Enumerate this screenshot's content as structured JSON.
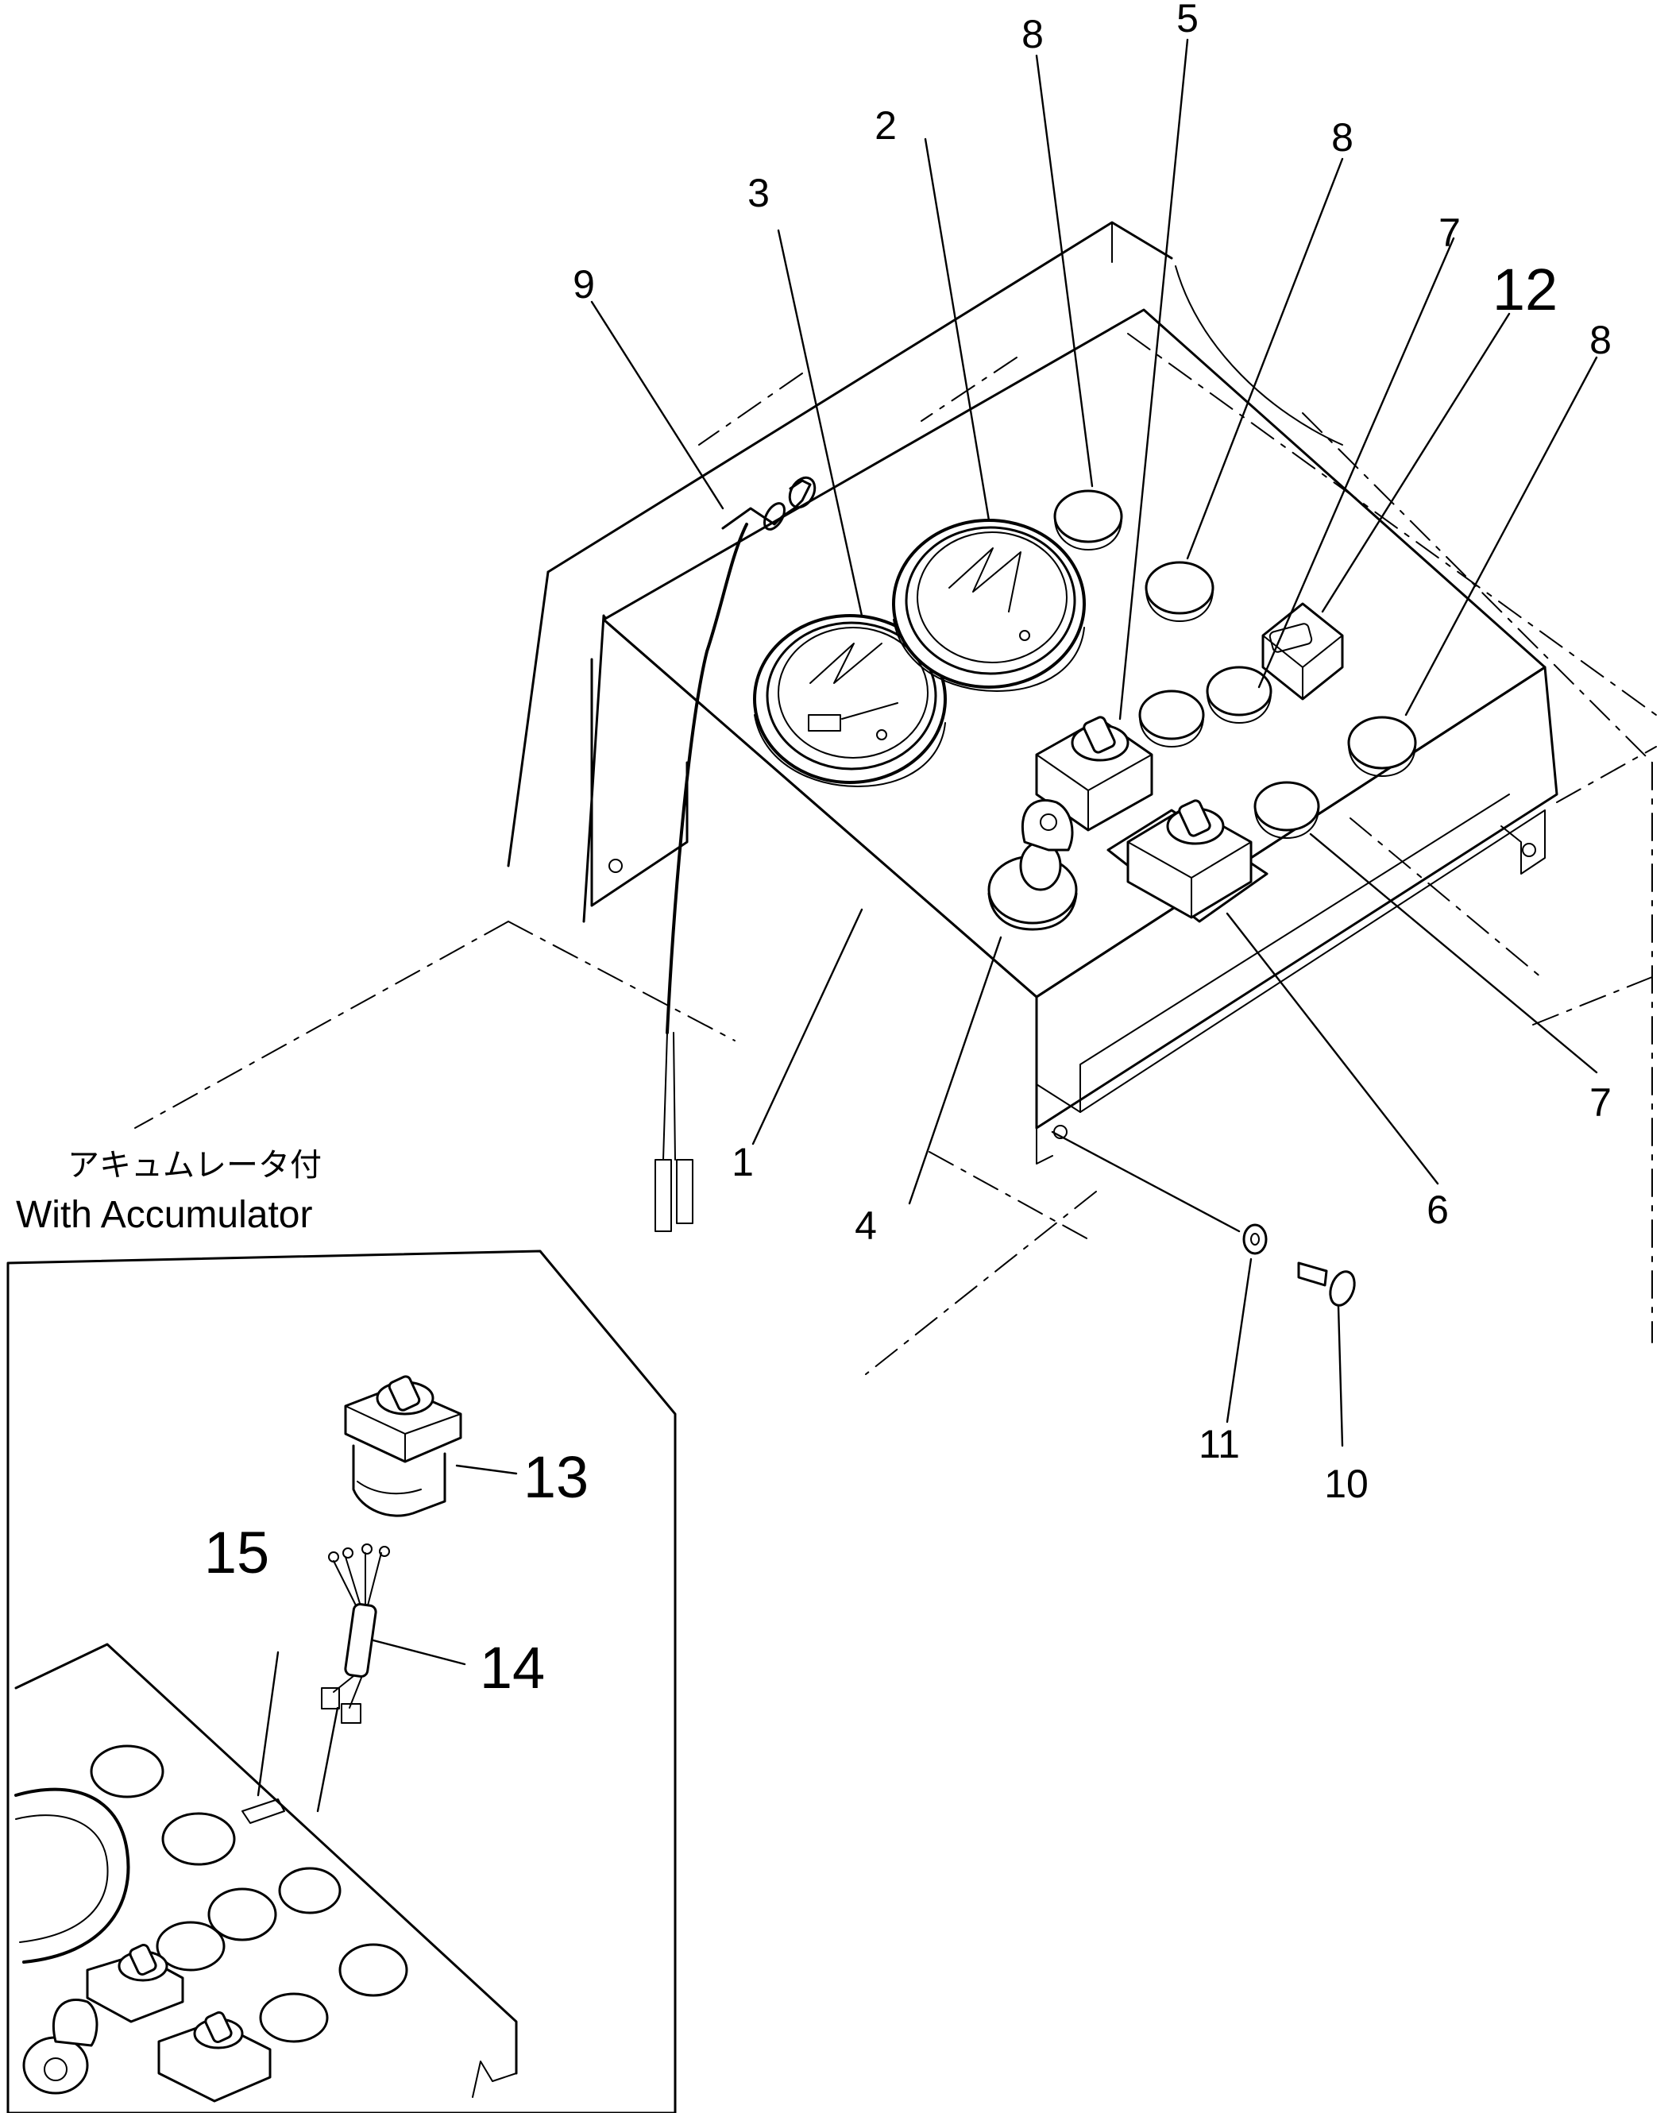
{
  "diagram": {
    "callouts": [
      {
        "id": "1",
        "label": "1"
      },
      {
        "id": "2",
        "label": "2"
      },
      {
        "id": "3",
        "label": "3"
      },
      {
        "id": "4",
        "label": "4"
      },
      {
        "id": "5",
        "label": "5"
      },
      {
        "id": "6",
        "label": "6"
      },
      {
        "id": "7a",
        "label": "7"
      },
      {
        "id": "7b",
        "label": "7"
      },
      {
        "id": "8a",
        "label": "8"
      },
      {
        "id": "8b",
        "label": "8"
      },
      {
        "id": "8c",
        "label": "8"
      },
      {
        "id": "9",
        "label": "9"
      },
      {
        "id": "10",
        "label": "10"
      },
      {
        "id": "11",
        "label": "11"
      },
      {
        "id": "12",
        "label": "12"
      },
      {
        "id": "13",
        "label": "13"
      },
      {
        "id": "14",
        "label": "14"
      },
      {
        "id": "15",
        "label": "15"
      }
    ],
    "inset": {
      "title_jp": "アキュムレータ付",
      "title_en": "With Accumulator"
    }
  }
}
